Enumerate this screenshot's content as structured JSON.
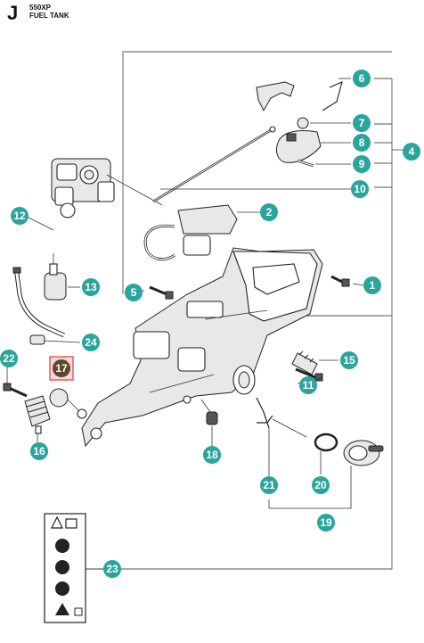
{
  "header": {
    "section_letter": "J",
    "model": "550XP",
    "title": "FUEL TANK"
  },
  "callouts": [
    {
      "id": "c1",
      "label": "1"
    },
    {
      "id": "c2",
      "label": "2"
    },
    {
      "id": "c5",
      "label": "5"
    },
    {
      "id": "c4",
      "label": "4"
    },
    {
      "id": "c6",
      "label": "6"
    },
    {
      "id": "c7",
      "label": "7"
    },
    {
      "id": "c8",
      "label": "8"
    },
    {
      "id": "c9",
      "label": "9"
    },
    {
      "id": "c10",
      "label": "10"
    },
    {
      "id": "c11",
      "label": "11"
    },
    {
      "id": "c12",
      "label": "12"
    },
    {
      "id": "c13",
      "label": "13"
    },
    {
      "id": "c15",
      "label": "15"
    },
    {
      "id": "c16",
      "label": "16"
    },
    {
      "id": "c17",
      "label": "17",
      "highlighted": true
    },
    {
      "id": "c18",
      "label": "18"
    },
    {
      "id": "c19",
      "label": "19"
    },
    {
      "id": "c20",
      "label": "20"
    },
    {
      "id": "c21",
      "label": "21"
    },
    {
      "id": "c22",
      "label": "22"
    },
    {
      "id": "c23",
      "label": "23"
    },
    {
      "id": "c24",
      "label": "24"
    }
  ],
  "colors": {
    "callout": "#2aa59c",
    "highlight_callout": "#5a4a2a",
    "highlight_box": "#e06060"
  }
}
